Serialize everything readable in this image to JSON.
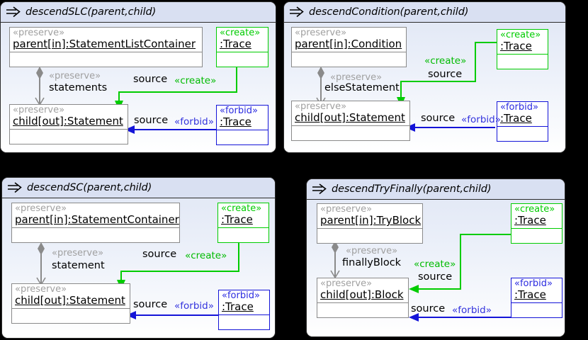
{
  "colors": {
    "create": "#00cc00",
    "forbid": "#1414d8",
    "preserve": "#a0a0a0",
    "panel_header": "#d9e0f2",
    "background": "#000000"
  },
  "icons": {
    "rule": "rule-arrow-icon"
  },
  "panels": [
    {
      "id": "descendSLC",
      "title": "descendSLC(parent,child)",
      "parent": {
        "stereotype": "«preserve»",
        "name": "parent[in]:StatementListContainer"
      },
      "child": {
        "stereotype": "«preserve»",
        "name": "child[out]:Statement"
      },
      "trace_create": {
        "stereotype": "«create»",
        "name": ":Trace"
      },
      "trace_forbid": {
        "stereotype": "«forbid»",
        "name": ":Trace"
      },
      "composition": {
        "stereotype": "«preserve»",
        "role": "statements"
      },
      "create_edge": {
        "role": "source",
        "stereotype": "«create»"
      },
      "forbid_edge": {
        "role": "source",
        "stereotype": "«forbid»"
      }
    },
    {
      "id": "descendCondition",
      "title": "descendCondition(parent,child)",
      "parent": {
        "stereotype": "«preserve»",
        "name": "parent[in]:Condition"
      },
      "child": {
        "stereotype": "«preserve»",
        "name": "child[out]:Statement"
      },
      "trace_create": {
        "stereotype": "«create»",
        "name": ":Trace"
      },
      "trace_forbid": {
        "stereotype": "«forbid»",
        "name": ":Trace"
      },
      "composition": {
        "stereotype": "«preserve»",
        "role": "elseStatement"
      },
      "create_edge": {
        "role": "source",
        "stereotype": "«create»"
      },
      "forbid_edge": {
        "role": "source",
        "stereotype": "«forbid»"
      }
    },
    {
      "id": "descendSC",
      "title": "descendSC(parent,child)",
      "parent": {
        "stereotype": "«preserve»",
        "name": "parent[in]:StatementContainer"
      },
      "child": {
        "stereotype": "«preserve»",
        "name": "child[out]:Statement"
      },
      "trace_create": {
        "stereotype": "«create»",
        "name": ":Trace"
      },
      "trace_forbid": {
        "stereotype": "«forbid»",
        "name": ":Trace"
      },
      "composition": {
        "stereotype": "«preserve»",
        "role": "statement"
      },
      "create_edge": {
        "role": "source",
        "stereotype": "«create»"
      },
      "forbid_edge": {
        "role": "source",
        "stereotype": "«forbid»"
      }
    },
    {
      "id": "descendTryFinally",
      "title": "descendTryFinally(parent,child)",
      "parent": {
        "stereotype": "«preserve»",
        "name": "parent[in]:TryBlock"
      },
      "child": {
        "stereotype": "«preserve»",
        "name": "child[out]:Block"
      },
      "trace_create": {
        "stereotype": "«create»",
        "name": ":Trace"
      },
      "trace_forbid": {
        "stereotype": "«forbid»",
        "name": ":Trace"
      },
      "composition": {
        "stereotype": "«preserve»",
        "role": "finallyBlock"
      },
      "create_edge": {
        "role": "source",
        "stereotype": "«create»"
      },
      "forbid_edge": {
        "role": "source",
        "stereotype": "«forbid»"
      }
    }
  ]
}
